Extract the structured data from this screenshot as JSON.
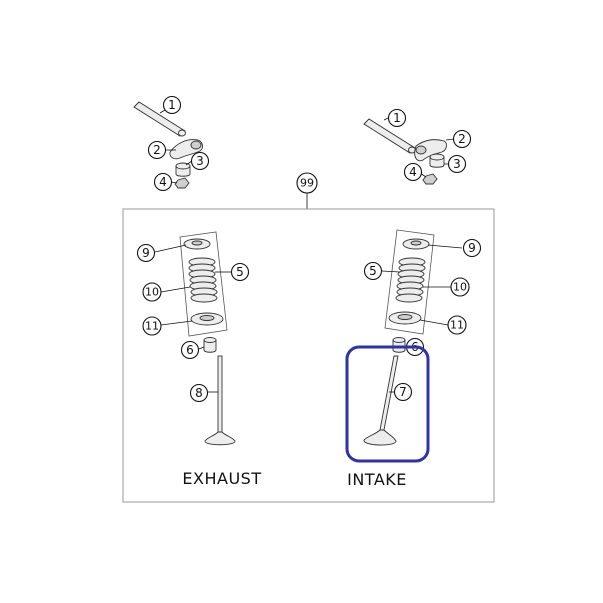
{
  "callouts": {
    "c1a": "1",
    "c2a": "2",
    "c3a": "3",
    "c4a": "4",
    "c1b": "1",
    "c2b": "2",
    "c3b": "3",
    "c4b": "4",
    "c99": "99",
    "c9a": "9",
    "c5a": "5",
    "c10a": "10",
    "c11a": "11",
    "c6a": "6",
    "c8": "8",
    "c9b": "9",
    "c5b": "5",
    "c10b": "10",
    "c11b": "11",
    "c6b": "6",
    "c7": "7"
  },
  "labels": {
    "exhaust": "EXHAUST",
    "intake": "INTAKE"
  },
  "colors": {
    "highlight": "#2e33a8",
    "frame": "#9a9a9a"
  }
}
